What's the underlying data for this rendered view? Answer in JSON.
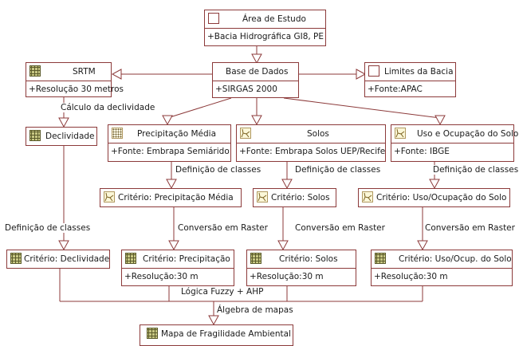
{
  "nodes": {
    "area_estudo": {
      "title": "Área de Estudo",
      "attr": "+Bacia Hidrográfica GI8, PE",
      "icon": "empty-class-icon"
    },
    "srtm": {
      "title": "SRTM",
      "attr": "+Resolução 30 metros",
      "icon": "raster-grid-icon"
    },
    "base_dados": {
      "title": "Base de Dados",
      "attr": "+SIRGAS 2000",
      "icon": "none"
    },
    "limites": {
      "title": "Limites da Bacia",
      "attr": "+Fonte:APAC",
      "icon": "empty-class-icon"
    },
    "declividade": {
      "title": "Declividade",
      "icon": "raster-grid-icon"
    },
    "precipitacao": {
      "title": "Precipitação Média",
      "attr": "+Fonte: Embrapa Semiárido",
      "icon": "point-layer-icon"
    },
    "solos": {
      "title": "Solos",
      "attr": "+Fonte: Embrapa Solos UEP/Recife",
      "icon": "polygon-layer-icon"
    },
    "uso": {
      "title": "Uso e Ocupação do Solo",
      "attr": "+Fonte: IBGE",
      "icon": "polygon-layer-icon"
    },
    "crit_precip": {
      "title": "Critério: Precipitação Média",
      "icon": "polygon-layer-icon"
    },
    "crit_solos_v": {
      "title": "Critério: Solos",
      "icon": "polygon-layer-icon"
    },
    "crit_uso_v": {
      "title": "Critério: Uso/Ocupação do Solo",
      "icon": "polygon-layer-icon"
    },
    "crit_decl": {
      "title": "Critério: Declividade",
      "icon": "raster-grid-icon"
    },
    "crit_precip_r": {
      "title": "Critério: Precipitação",
      "attr": "+Resolução:30 m",
      "icon": "raster-grid-icon"
    },
    "crit_solos_r": {
      "title": "Critério: Solos",
      "attr": "+Resolução:30 m",
      "icon": "raster-grid-icon"
    },
    "crit_uso_r": {
      "title": "Critério: Uso/Ocup. do Solo",
      "attr": "+Resolução:30 m",
      "icon": "raster-grid-icon"
    },
    "mapa": {
      "title": "Mapa de Fragilidade Ambiental",
      "icon": "raster-grid-icon"
    }
  },
  "labels": {
    "calc_declividade": "Cálculo da declividade",
    "def_classes": "Definição de classes",
    "conv_raster": "Conversão em Raster",
    "logica_fuzzy": "Lógica Fuzzy + AHP",
    "algebra": "Álgebra de mapas"
  },
  "colors": {
    "line": "#8c3a3a",
    "text": "#1a1a1a",
    "raster_icon": "#c8c884"
  }
}
